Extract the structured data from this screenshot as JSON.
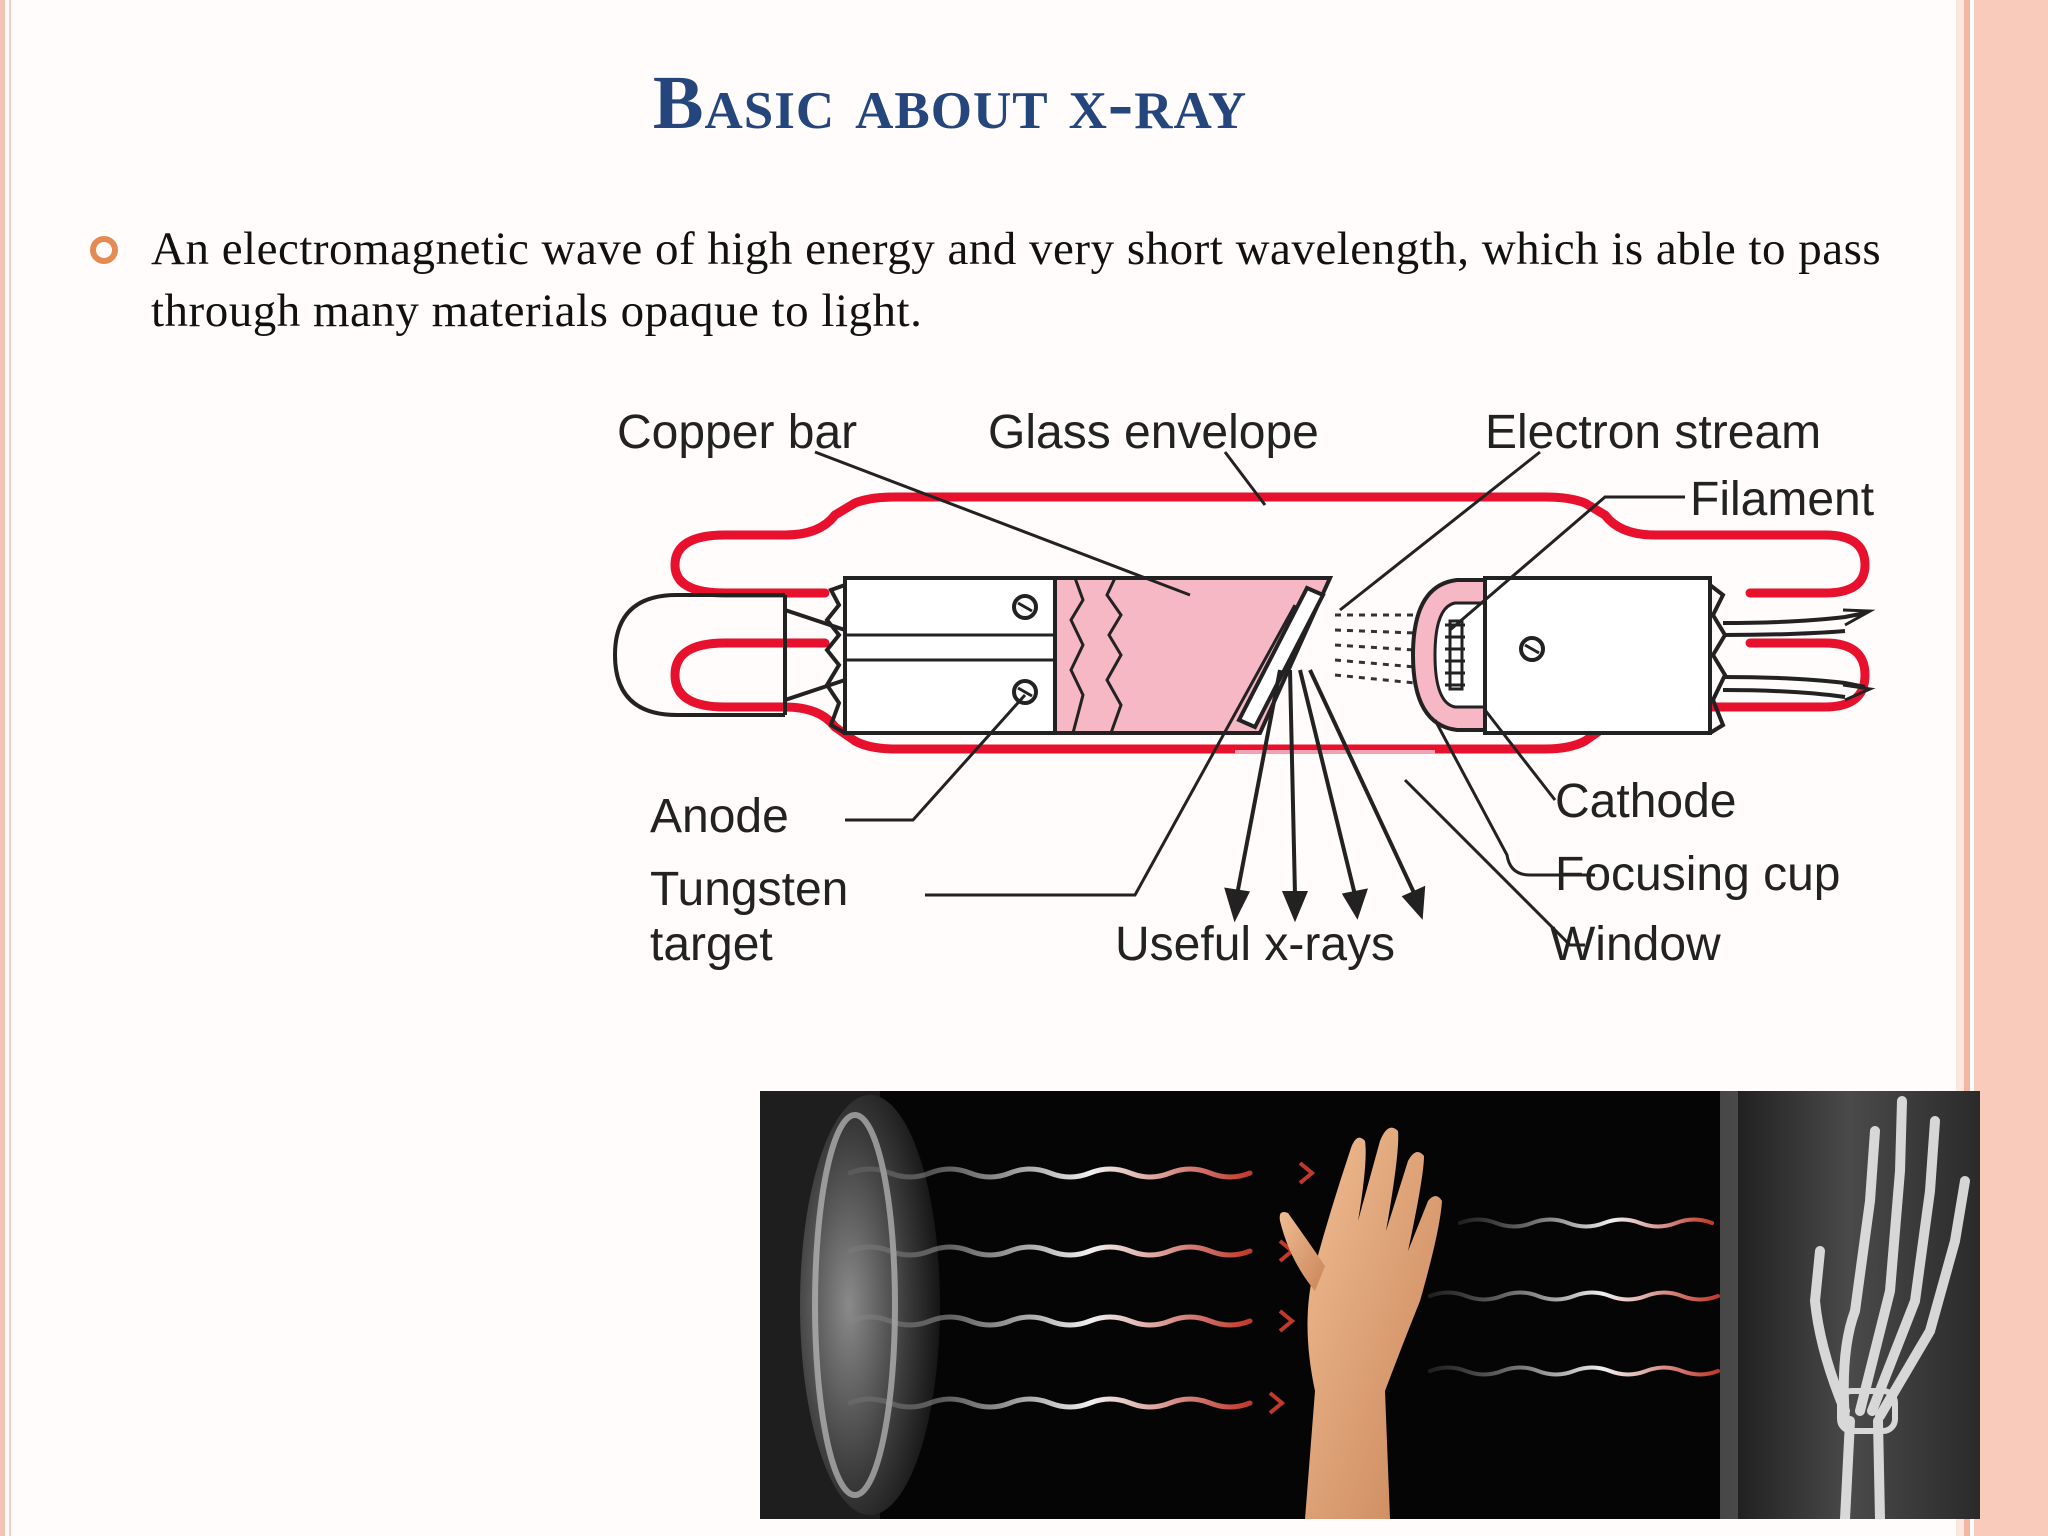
{
  "slide": {
    "title": "Basic about  x-ray",
    "bullet": "An electromagnetic wave of high energy and very short wavelength, which is able to pass through many materials opaque to light."
  },
  "diagram": {
    "labels": {
      "copper_bar": "Copper bar",
      "glass_envelope": "Glass envelope",
      "electron_stream": "Electron stream",
      "filament": "Filament",
      "anode": "Anode",
      "tungsten": "Tungsten",
      "target": "target",
      "cathode": "Cathode",
      "focusing_cup": "Focusing cup",
      "useful_xrays": "Useful x-rays",
      "window": "Window"
    },
    "colors": {
      "envelope": "#e8112d",
      "target_fill": "#f7b8c6",
      "line": "#222222"
    }
  },
  "photo": {
    "colors": {
      "background": "#050505",
      "ray": "#e0e0e0",
      "ray_tip": "#c0392b",
      "skin": "#e3a77d"
    }
  },
  "theme": {
    "title_color": "#24467d",
    "bullet_color": "#e48b54",
    "border_color": "#f2b7a2"
  }
}
